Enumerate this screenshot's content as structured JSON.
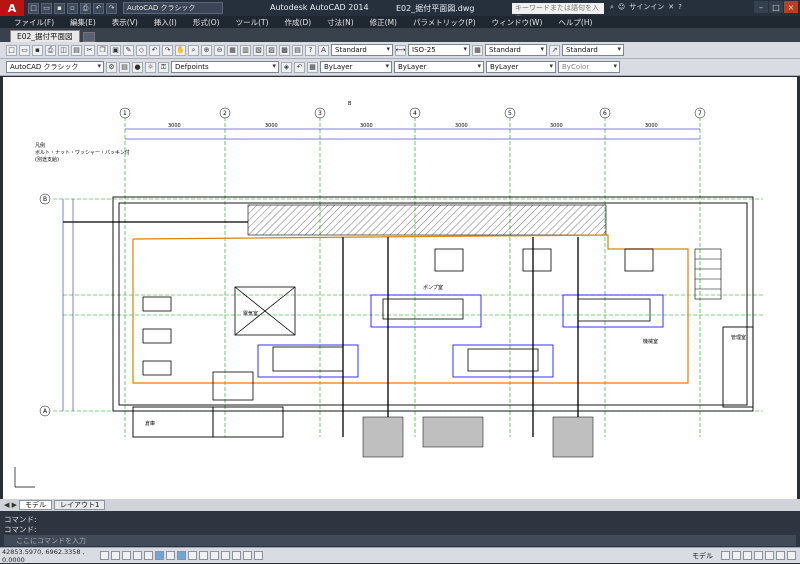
{
  "app": {
    "title": "Autodesk AutoCAD 2014",
    "file": "E02_据付平面図.dwg",
    "logo": "A",
    "workspace": "AutoCAD クラシック"
  },
  "search": {
    "placeholder": "キーワードまたは語句を入力"
  },
  "sign_in": "サインイン",
  "help": "?",
  "menu": [
    "ファイル(F)",
    "編集(E)",
    "表示(V)",
    "挿入(I)",
    "形式(O)",
    "ツール(T)",
    "作成(D)",
    "寸法(N)",
    "修正(M)",
    "パラメトリック(P)",
    "ウィンドウ(W)",
    "ヘルプ(H)"
  ],
  "doc_tab": "E02_据付平面図",
  "toolbar": {
    "text_style": "Standard",
    "dim_style": "ISO-25",
    "table_style": "Standard",
    "mleader_style": "Standard",
    "workspace2": "AutoCAD クラシック",
    "layer": "Defpoints",
    "color": "ByLayer",
    "linetype": "ByLayer",
    "lineweight": "ByLayer",
    "plotstyle": "ByColor"
  },
  "layout_tabs": [
    "モデル",
    "レイアウト1"
  ],
  "command": {
    "line1": "コマンド:",
    "line2": "コマンド:",
    "placeholder": "ここにコマンドを入力"
  },
  "status": {
    "coords": "42853.5970, 6962.3358 , 0.0000",
    "model": "モデル"
  },
  "drawing": {
    "grid_labels": [
      "1",
      "2",
      "3",
      "4",
      "5",
      "6",
      "7"
    ],
    "row_labels": [
      "B",
      "A"
    ],
    "section_label": "B",
    "dim_top": [
      "3000",
      "3000",
      "3000",
      "3000",
      "3000",
      "3000"
    ],
    "room_labels": [
      "電気室",
      "ポンプ室",
      "機械室",
      "管理室",
      "倉庫"
    ],
    "note_title": "凡例",
    "legend_1": "ボルト・ナット・ワッシャー・パッキン付",
    "legend_2": "(別途支給)"
  }
}
